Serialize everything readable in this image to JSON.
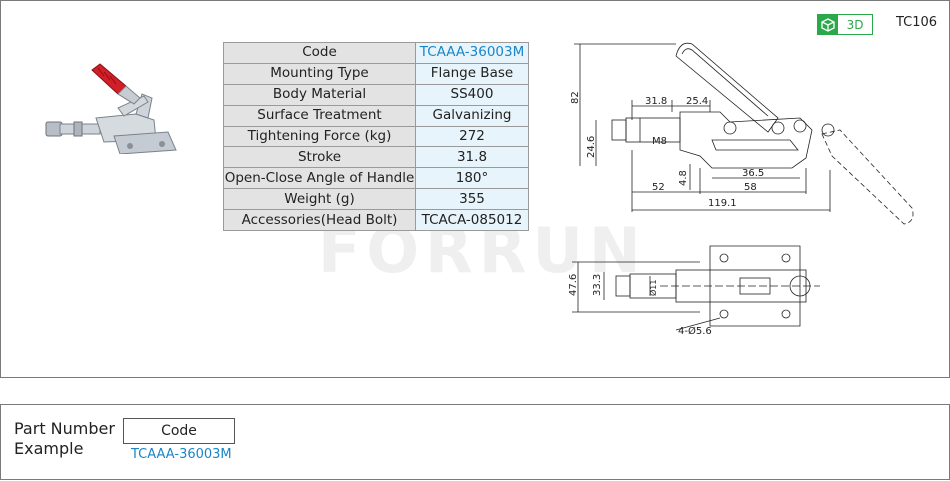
{
  "header": {
    "badge_3d": "3D",
    "series_code": "TC106"
  },
  "spec_table": [
    {
      "key": "Code",
      "value": "TCAAA-36003M"
    },
    {
      "key": "Mounting Type",
      "value": "Flange Base"
    },
    {
      "key": "Body Material",
      "value": "SS400"
    },
    {
      "key": "Surface Treatment",
      "value": "Galvanizing"
    },
    {
      "key": "Tightening Force (kg)",
      "value": "272"
    },
    {
      "key": "Stroke",
      "value": "31.8"
    },
    {
      "key": "Open-Close  Angle of Handle",
      "value": "180°"
    },
    {
      "key": "Weight (g)",
      "value": "355"
    },
    {
      "key": "Accessories(Head Bolt)",
      "value": "TCACA-085012"
    }
  ],
  "drawing": {
    "dims": {
      "h82": "82",
      "d31_8": "31.8",
      "d25_4": "25.4",
      "m8": "M8",
      "d24_6": "24.6",
      "d4_8": "4.8",
      "d36_5": "36.5",
      "d52": "52",
      "d58": "58",
      "d119_1": "119.1",
      "d47_6": "47.6",
      "d33_3": "33.3",
      "d11": "Ø11",
      "holes": "4-Ø5.6"
    }
  },
  "watermark": "FORRUN",
  "part_number": {
    "title_line1": "Part Number",
    "title_line2": "Example",
    "code_label": "Code",
    "code_value": "TCAAA-36003M"
  }
}
